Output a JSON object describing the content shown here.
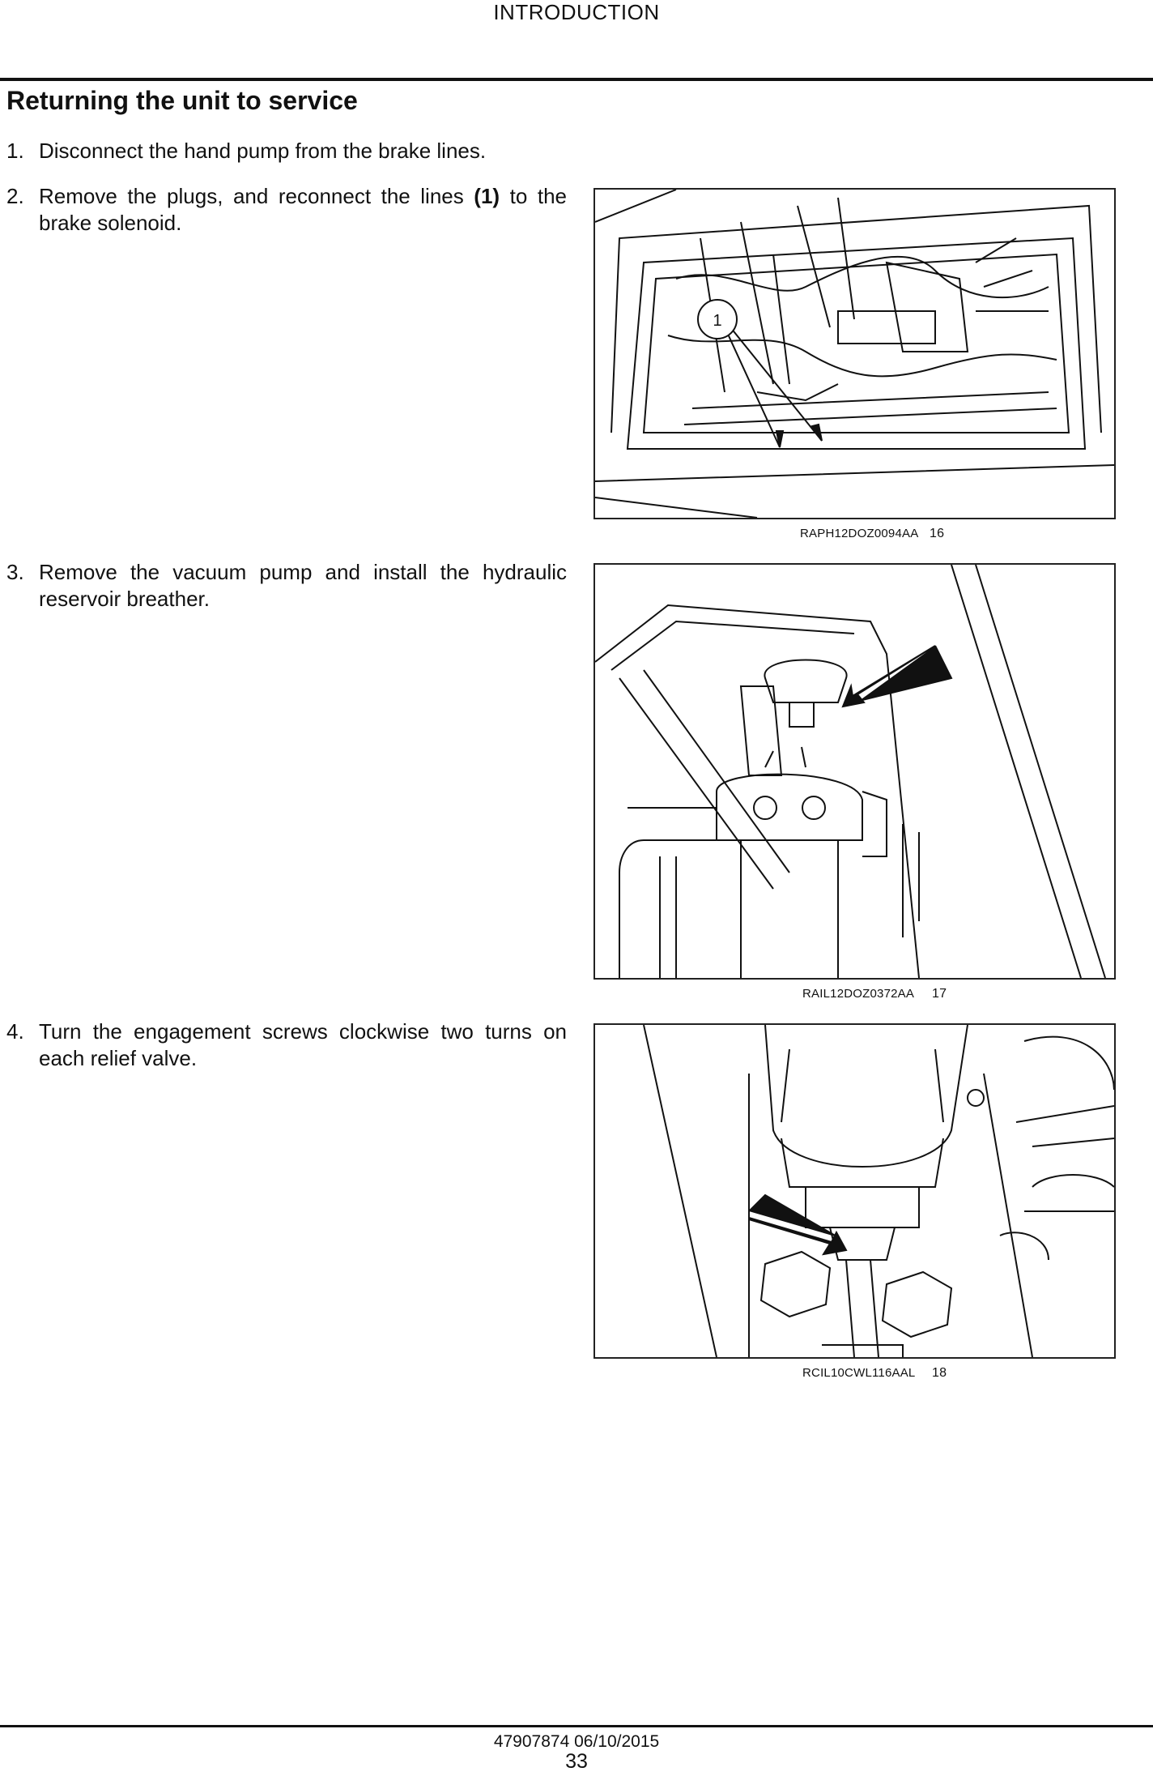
{
  "header": {
    "title": "INTRODUCTION"
  },
  "section": {
    "heading": "Returning the unit to service"
  },
  "steps": [
    {
      "num": "1.",
      "text": "Disconnect the hand pump from the brake lines."
    },
    {
      "num": "2.",
      "text_before": "Remove the plugs, and reconnect the lines ",
      "bold": "(1)",
      "text_after": " to the brake solenoid."
    },
    {
      "num": "3.",
      "text": "Remove the vacuum pump and install the hydraulic reservoir breather."
    },
    {
      "num": "4.",
      "text": "Turn the engagement screws clockwise two turns on each relief valve."
    }
  ],
  "figures": [
    {
      "code": "RAPH12DOZ0094AA",
      "number": "16",
      "callout": "1"
    },
    {
      "code": "RAIL12DOZ0372AA",
      "number": "17"
    },
    {
      "code": "RCIL10CWL116AAL",
      "number": "18"
    }
  ],
  "footer": {
    "doc": "47907874 06/10/2015",
    "page": "33"
  }
}
